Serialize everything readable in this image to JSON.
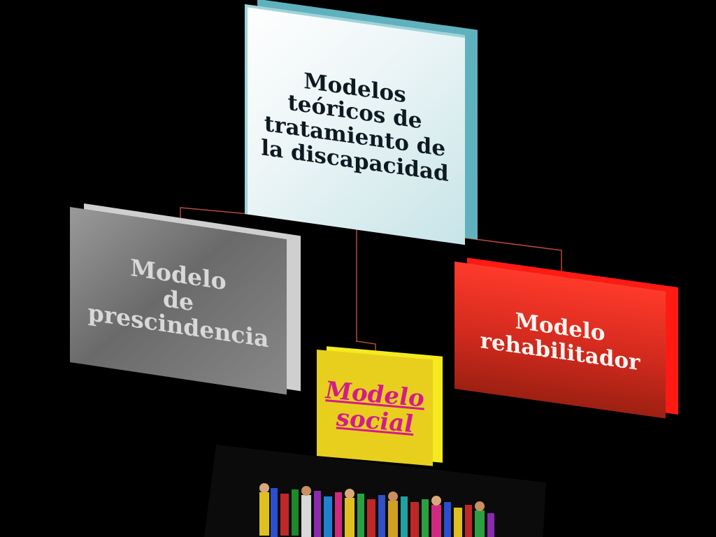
{
  "diagram": {
    "root": {
      "lines": [
        "Modelos",
        "teóricos de",
        "tratamiento de",
        "la discapacidad"
      ]
    },
    "children": {
      "left": {
        "lines": [
          "Modelo",
          "de",
          "prescindencia"
        ]
      },
      "center": {
        "lines": [
          "Modelo",
          "social"
        ]
      },
      "right": {
        "lines": [
          "Modelo",
          "rehabilitador"
        ]
      }
    },
    "colors": {
      "background": "#000000",
      "root_fill": "#e8f4f5",
      "root_side": "#5fb1bd",
      "left_fill": "#7a7a7a",
      "center_fill": "#e8cf1e",
      "center_text": "#d31b8c",
      "right_fill": "#d82a1e",
      "connector": "#b5483f"
    },
    "image": {
      "description_icon": "people-crowd-image"
    }
  }
}
